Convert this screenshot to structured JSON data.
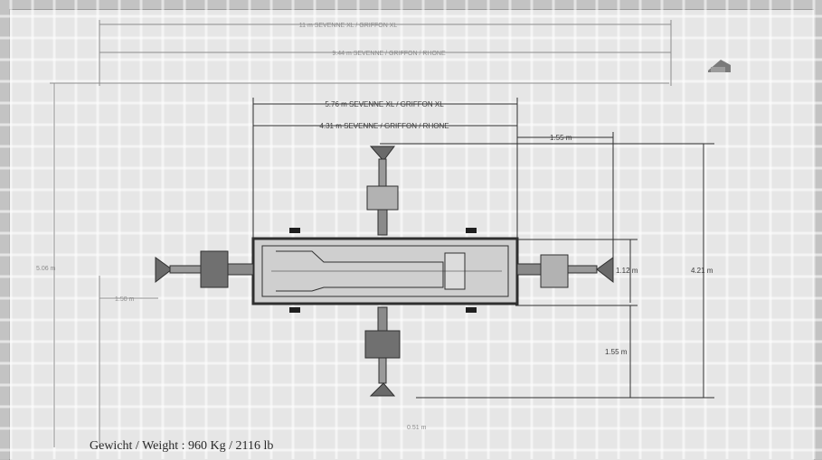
{
  "dimensions": {
    "total_width_xl": "11 m SEVENNE XL / GRIFFON XL",
    "total_width": "9.44 m SEVENNE / GRIFFON / RHONE",
    "beam_xl": "5.76 m SEVENNE XL / GRIFFON XL",
    "beam": "4.31 m SEVENNE / GRIFFON / RHONE",
    "outrigger_offset": "1.55 m",
    "frame_width": "1.12 m",
    "overall_height": "4.21 m",
    "lower_offset": "1.55 m",
    "left_height": "5.06 m",
    "left_offset": "1.50 m",
    "bottom_label": "0.51 m"
  },
  "weight": {
    "label": "Gewicht / Weight :",
    "value": "960 Kg  /  2116 lb"
  },
  "colors": {
    "paper": "#e6e6e6",
    "grid": "#ffffff",
    "line": "#2f2f2f"
  }
}
